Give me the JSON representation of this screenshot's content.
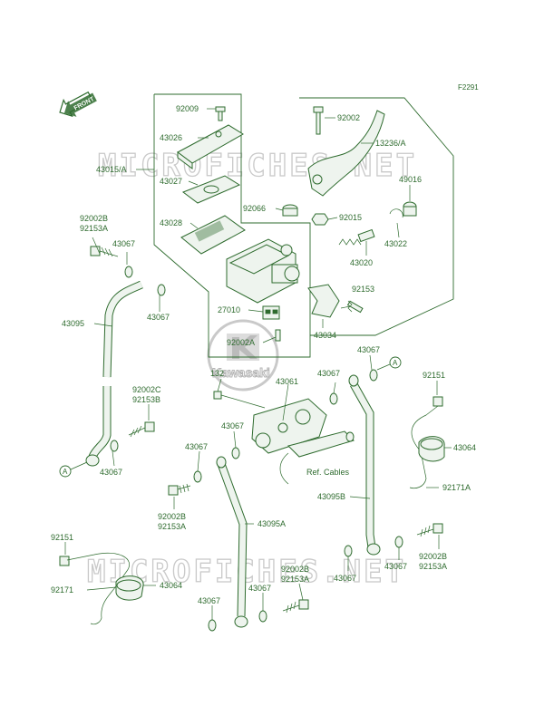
{
  "diagram_code": "F2291",
  "front_tag": "FRONT",
  "watermark_text": "MICROFICHES.NET",
  "logo_text": "Kawasaki",
  "ref_note": "Ref. Cables",
  "marker": "A",
  "labels": {
    "p92009": "92009",
    "p43026": "43026",
    "p43015a": "43015/A",
    "p43027": "43027",
    "p43028": "43028",
    "p92002": "92002",
    "p13236a": "13236/A",
    "p49016": "49016",
    "p92066": "92066",
    "p92015": "92015",
    "p43022": "43022",
    "p43020": "43020",
    "p92002b_a": "92002B",
    "p92153a_a": "92153A",
    "p43067_a": "43067",
    "p43067_b": "43067",
    "p43095": "43095",
    "p92153": "92153",
    "p27010": "27010",
    "p92002a": "92002A",
    "p43034": "43034",
    "p43067_c": "43067",
    "p132": "132",
    "p43067_d": "43067",
    "p43061": "43061",
    "p92151_a": "92151",
    "p92002c": "92002C",
    "p92153b": "92153B",
    "p43067_e": "43067",
    "p43067_f": "43067",
    "p43064_a": "43064",
    "p43067_g": "43067",
    "p43095b": "43095B",
    "p92171a": "92171A",
    "p92002b_b": "92002B",
    "p92153a_b": "92153A",
    "p43095a": "43095A",
    "p92002b_c": "92002B",
    "p92153a_c": "92153A",
    "p43067_h": "43067",
    "p43067_i": "43067",
    "p92151_b": "92151",
    "p92171": "92171",
    "p43064_b": "43064",
    "p92002b_d": "92002B",
    "p92153a_d": "92153A",
    "p43067_j": "43067",
    "p43067_k": "43067"
  },
  "colors": {
    "line": "#2e6b2e",
    "watermark": "#c9c9c9"
  }
}
